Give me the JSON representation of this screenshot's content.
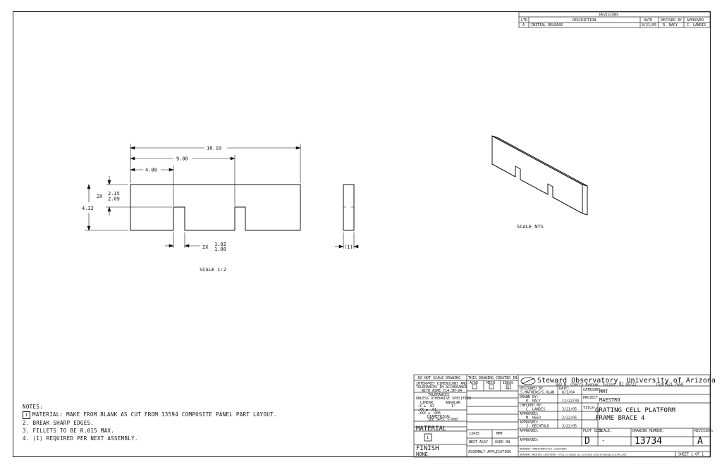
{
  "revisions": {
    "header": "REVISIONS",
    "columns": [
      "LTR",
      "DESCRIPTION",
      "DATE",
      "REVISED BY",
      "APPROVED"
    ],
    "rows": [
      [
        "A",
        "INITIAL RELEASE",
        "3/21/05",
        "R. NACY",
        "C. LANDIS"
      ]
    ]
  },
  "front_view": {
    "dims": {
      "overall_length": "16.10",
      "slot2_position": "9.80",
      "slot1_position": "4.00",
      "height": "4.32",
      "slot_depth_prefix": "2X",
      "slot_depth_max": "2.15",
      "slot_depth_min": "2.09",
      "slot_width_prefix": "2X",
      "slot_width_max": "1.02",
      "slot_width_min": "1.08"
    },
    "scale": "SCALE 1:2"
  },
  "side_view": {
    "thickness_ref": "(1)"
  },
  "iso_view": {
    "scale": "SCALE NTS"
  },
  "notes": {
    "title": "NOTES:",
    "items": [
      {
        "num": "1",
        "text": "MATERIAL: MAKE FROM BLANK AS CUT FROM 13594 COMPOSITE PANEL PART LAYOUT."
      },
      {
        "num": "2.",
        "text": "BREAK SHARP EDGES."
      },
      {
        "num": "3.",
        "text": "FILLETS TO BE R.015 MAX."
      },
      {
        "num": "4.",
        "text": "(1) REQUIRED PER NEXT ASSEMBLY."
      }
    ]
  },
  "title_block": {
    "do_not_scale": "DO NOT SCALE DRAWING",
    "interpret_1": "INTERPRET DIMENSIONS AND",
    "interpret_2": "TOLERANCES IN ACCORDANCE",
    "interpret_3": "WITH ASME Y14.5M-94",
    "tolerances": "TOLERANCES",
    "unless": "UNLESS OTHERWISE SPECIFIED",
    "linear": "LINEAR",
    "angular": "ANGULAR",
    "tol_x": ".X   ± .02",
    "tol_xx": ".XX  ± .01",
    "tol_xxx": ".XXX ± .005",
    "tol_ang": "1°",
    "diametral": "DIAMETRICAL",
    "see_spec": "SEE SPEC S-000",
    "material_label": "MATERIAL",
    "material_ref": "1",
    "finish_label": "FINISH",
    "finish_value": "NONE",
    "created_in": "THIS DRAWING CREATED IN:",
    "acad": "ACAD",
    "mech": "MECH",
    "ideas": "IDEAS",
    "ideas_checked": "X",
    "part_no": "13435",
    "part_tag": "MMT",
    "next_assy": "NEXT ASSY",
    "used_on": "USED ON",
    "assembly_app": "ASSEMBLY APPLICATION",
    "org_name": "Steward Observatory, University of Arizona",
    "org_address": "933 N. Cherry Avenue, Tucson, AZ 85721",
    "org_phone": "(520)621-7650",
    "designed_by_label": "DESIGNED BY:",
    "designed_by": "S.MATHEWS/S.OLAN",
    "date_label": "DATE:",
    "designed_date": "8/1/04",
    "category_label": "CATEGORY:",
    "category": "MMT",
    "drawn_by_label": "DRAWN BY:",
    "drawn_by": "R. NACY",
    "drawn_date": "11/22/04",
    "project_label": "PROJECT:",
    "project": "MAESTRO",
    "checked_label": "CHECKED BY:",
    "checked_by": "C. LANDIS",
    "checked_date": "3/21/05",
    "title_label": "TITLE:",
    "title_line1": "GRATING CELL PLATFORM",
    "title_line2": "FRAME BRACE 4",
    "approved_label1": "APPROVED:",
    "approved_by1": "M. REED",
    "approved_date1": "3/22/05",
    "approved_label2": "APPROVED:",
    "approved_by2": "J. BECHTOLD",
    "approved_date2": "3/22/05",
    "approved_label3": "APPROVED:",
    "approved_label4": "APPROVED:",
    "plot_size_label": "PLOT SIZE",
    "plot_size": "D",
    "scale_label": "SCALE:",
    "scale": "-",
    "drawing_number_label": "DRAWING NUMBER:",
    "drawing_number": "13734",
    "revision_label": "REVISION:",
    "revision": "A",
    "location_label": "DRAWING TIMESTAMP/FILE LOCATION:",
    "archive_label": "DRAWING ARCHIVE LOCATION: http://ideas.as.arizona.edu/drawings/13734.pdf",
    "sheet": "SHEET 1 OF 1"
  }
}
